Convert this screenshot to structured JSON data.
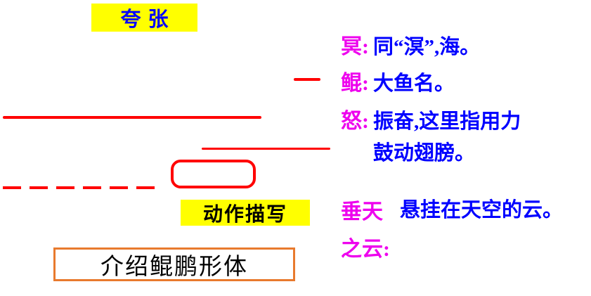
{
  "slide": {
    "type": "lesson-annotation-slide",
    "labels": {
      "exaggeration": "夸张",
      "action": "动作描写",
      "summary": "介绍鲲鹏形体"
    },
    "annotations": {
      "items": [
        {
          "term": "冥:",
          "definition": "同“溟”,海。"
        },
        {
          "term": "鲲:",
          "definition": "大鱼名。"
        },
        {
          "term": "怒:",
          "definition": "振奋,这里指用力\n鼓动翅膀。"
        },
        {
          "term": "垂天\n之云:",
          "definition": "悬挂在天空的云。"
        }
      ]
    },
    "marks": {
      "color": "#ff0000",
      "shapes": [
        "pointer-line",
        "solid-underline",
        "solid-underline",
        "emphasis-rounded-box",
        "dashed-underline"
      ]
    },
    "colors": {
      "highlight_bg": "#ffff00",
      "exaggeration_text": "#0000ff",
      "action_text": "#000000",
      "term_text": "#ee00ee",
      "definition_text": "#0000ff",
      "mark_red": "#ff0000",
      "summary_border": "#e87a2e",
      "background": "#ffffff"
    }
  }
}
